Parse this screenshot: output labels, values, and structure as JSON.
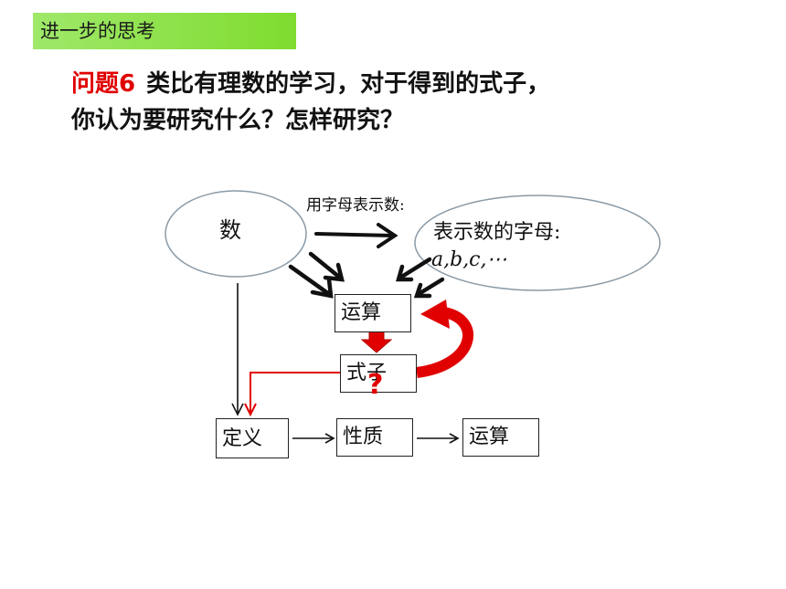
{
  "header": {
    "tag": "进一步的思考"
  },
  "question": {
    "number": "问题6",
    "line1": "类比有理数的学习，对于得到的式子，",
    "line2": "你认为要研究什么？怎样研究？"
  },
  "diagram": {
    "numbers_label": "数",
    "arrow_label": "用字母表示数:",
    "letters_label": "表示数的字母:",
    "letters_examples": "a,b,c,⋯",
    "operation_box": "运算",
    "expression_box": "式子",
    "question_mark": "?",
    "definition_box": "定义",
    "property_box": "性质",
    "operation_box_2": "运算",
    "colors": {
      "red": "#e00000",
      "green": "#7fdc2f",
      "ellipse": "#8a9aa6"
    }
  }
}
